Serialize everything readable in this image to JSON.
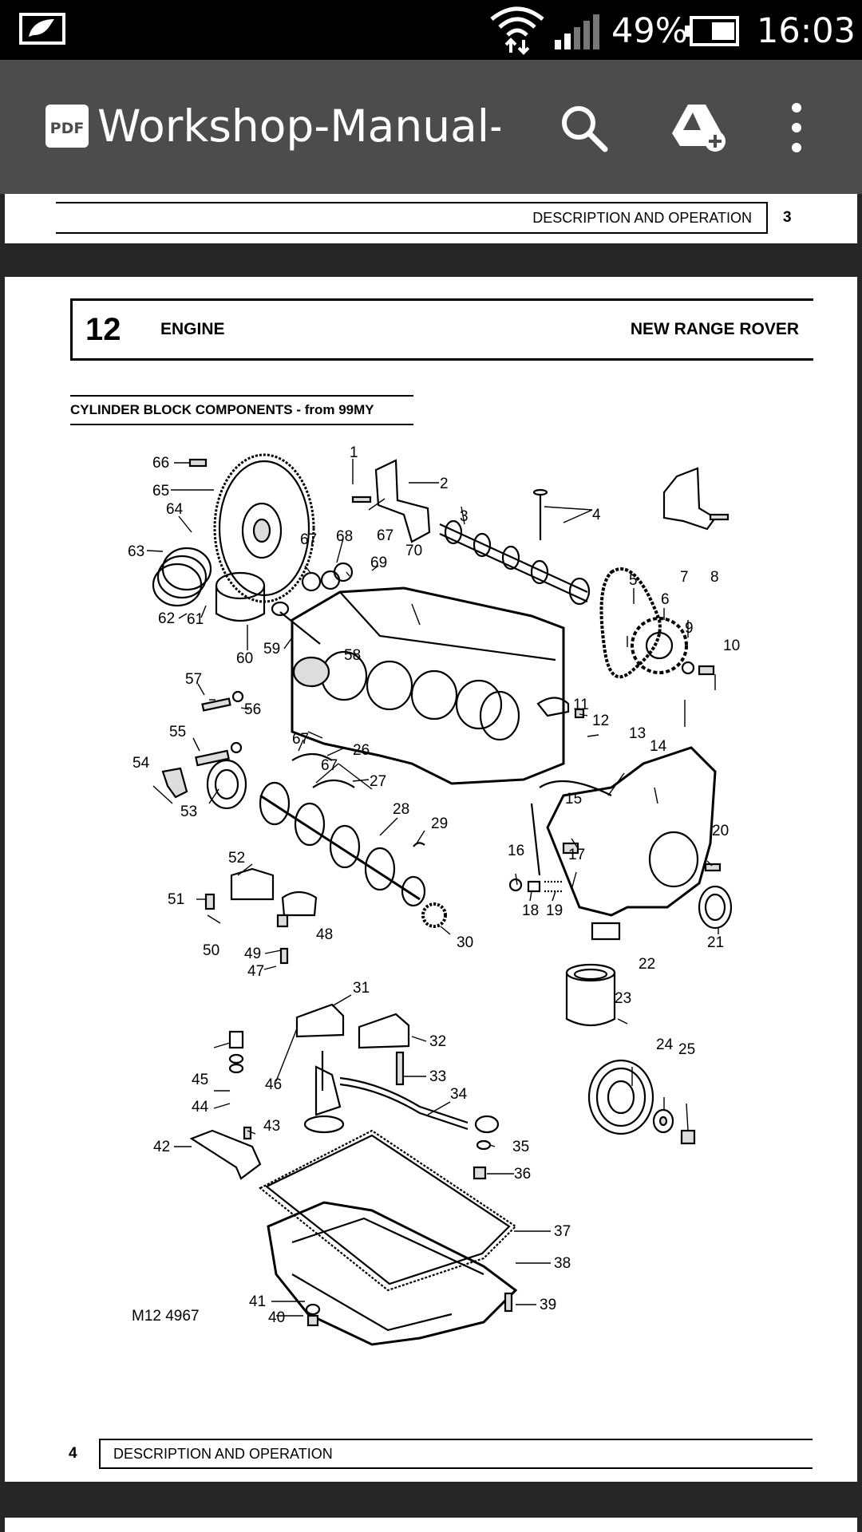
{
  "status_bar": {
    "battery": "49%",
    "time": "16:03"
  },
  "toolbar": {
    "pdf_badge": "PDF",
    "title": "Workshop-Manual-P…"
  },
  "previous_page": {
    "header": "DESCRIPTION AND OPERATION",
    "page_number": "3"
  },
  "page": {
    "section_number": "12",
    "section_name": "ENGINE",
    "model": "NEW RANGE ROVER",
    "subtitle": "CYLINDER BLOCK COMPONENTS - from 99MY",
    "figure_ref": "M12 4967",
    "footer_page_number": "4",
    "footer_text": "DESCRIPTION AND OPERATION"
  },
  "callouts": [
    "1",
    "2",
    "3",
    "4",
    "5",
    "6",
    "7",
    "8",
    "9",
    "10",
    "11",
    "12",
    "13",
    "14",
    "15",
    "16",
    "17",
    "18",
    "19",
    "20",
    "21",
    "22",
    "23",
    "24",
    "25",
    "26",
    "27",
    "28",
    "29",
    "30",
    "31",
    "32",
    "33",
    "34",
    "35",
    "36",
    "37",
    "38",
    "39",
    "40",
    "41",
    "42",
    "43",
    "44",
    "45",
    "46",
    "47",
    "48",
    "49",
    "50",
    "51",
    "52",
    "53",
    "54",
    "55",
    "56",
    "57",
    "58",
    "59",
    "60",
    "61",
    "62",
    "63",
    "64",
    "65",
    "66",
    "67",
    "67",
    "67",
    "67",
    "68",
    "69",
    "70"
  ]
}
